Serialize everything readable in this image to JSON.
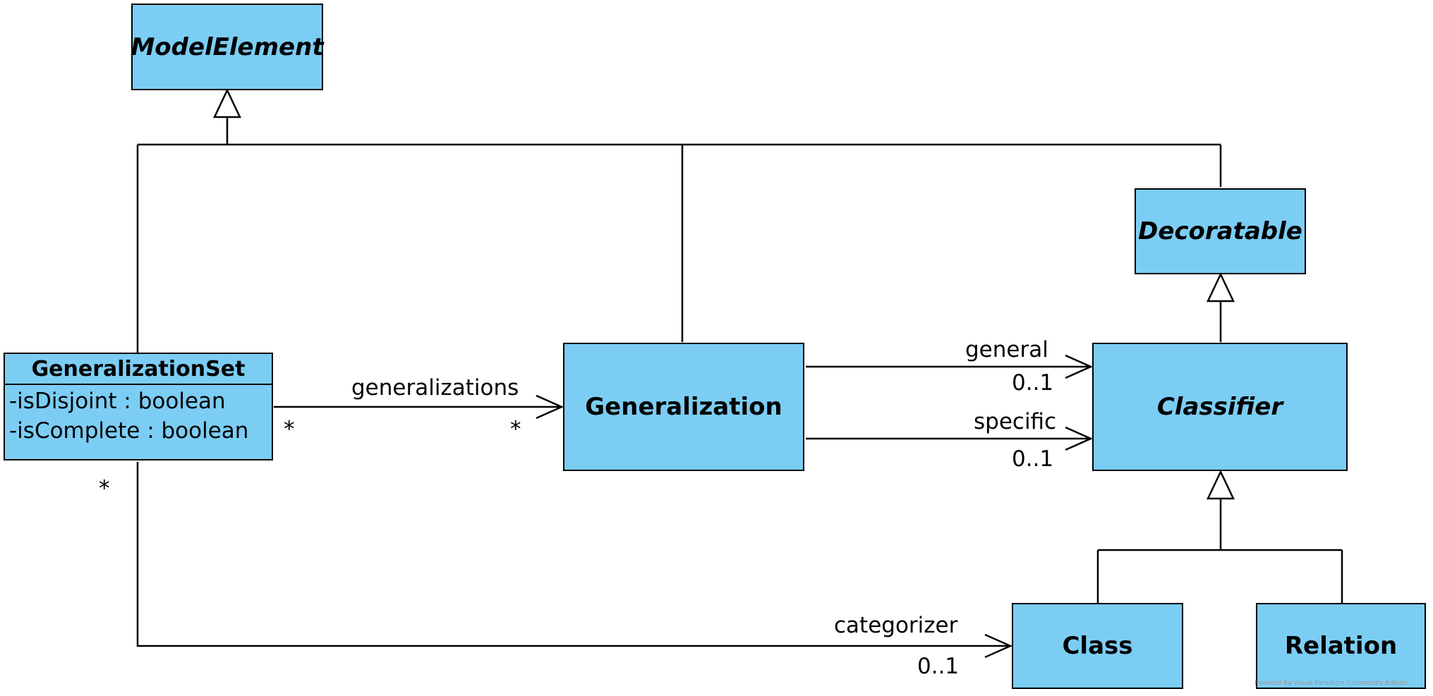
{
  "classes": {
    "model_element": "ModelElement",
    "decoratable": "Decoratable",
    "generalization_set": "GeneralizationSet",
    "generalization": "Generalization",
    "classifier": "Classifier",
    "class": "Class",
    "relation": "Relation"
  },
  "attributes": {
    "is_disjoint": "-isDisjoint : boolean",
    "is_complete": "-isComplete : boolean"
  },
  "associations": {
    "generalizations": {
      "role": "generalizations",
      "source_mult": "*",
      "target_mult": "*"
    },
    "general": {
      "role": "general",
      "mult": "0..1"
    },
    "specific": {
      "role": "specific",
      "mult": "0..1"
    },
    "categorizer": {
      "role": "categorizer",
      "source_mult": "*",
      "target_mult": "0..1"
    }
  },
  "watermark": "Powered By Visual Paradigm Community Edition",
  "colors": {
    "class_fill": "#7ccdf4",
    "line": "#000000"
  }
}
